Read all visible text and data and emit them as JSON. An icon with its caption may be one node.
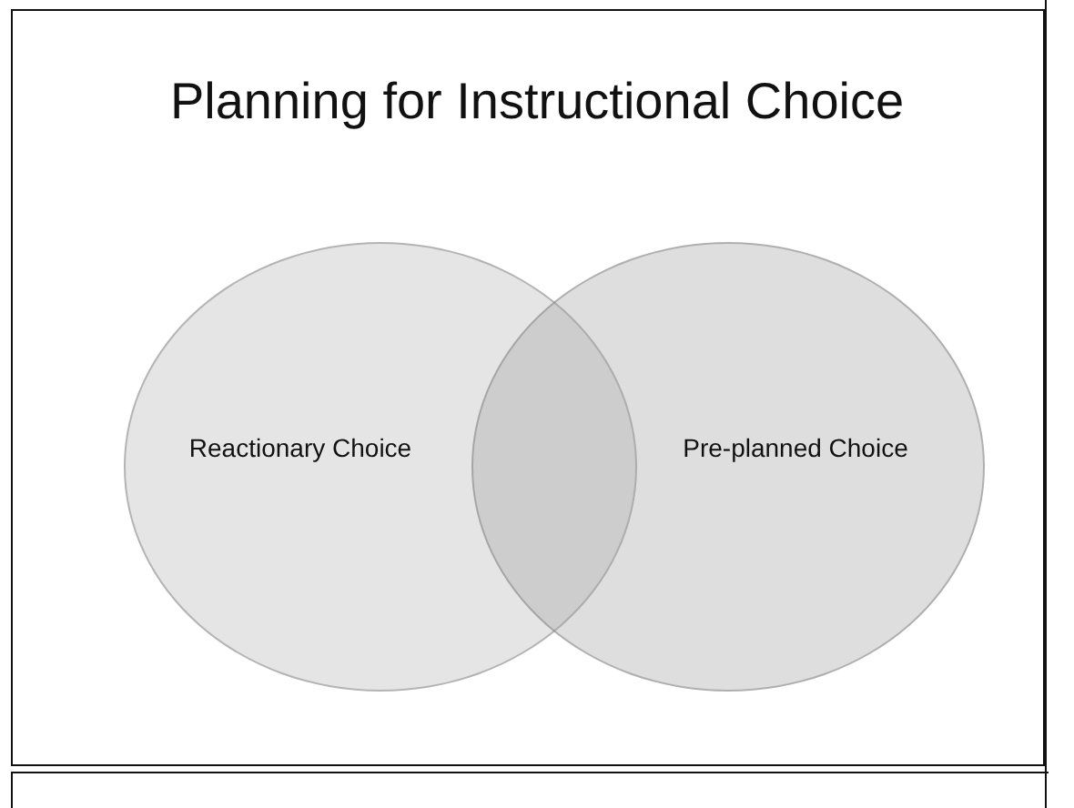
{
  "diagram": {
    "title": "Planning for Instructional Choice",
    "nodes": [
      {
        "text": [
          "Reactionary Choice"
        ]
      },
      {
        "text": [
          "Pre-planned Choice"
        ]
      }
    ]
  }
}
